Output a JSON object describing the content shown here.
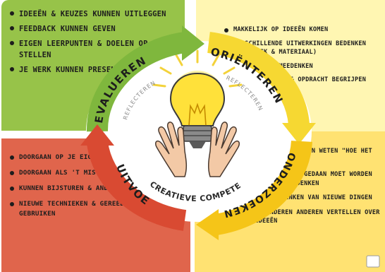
{
  "colors": {
    "evalueren": "#7fb73d",
    "orienteren": "#f6d832",
    "onderzoeken": "#f5c518",
    "uitvoeren": "#d94a32",
    "bulb": "#ffe13a",
    "hands": "#f3c9a6"
  },
  "icons": [
    "lightbulb-icon",
    "hands-icon"
  ],
  "cycle": {
    "evalueren": "EVALUEREN",
    "orienteren": "ORIËNTEREN",
    "onderzoeken": "ONDERZOEKEN",
    "uitvoeren": "UITVOEREN",
    "reflect_left": "REFLECTEREN",
    "reflect_right": "REFLECTEREN",
    "center_title": "CREATIEVE COMPETENTIES"
  },
  "panels": {
    "evalueren": [
      "Ideeën & keuzes kunnen uitleggen",
      "Feedback kunnen geven",
      "Eigen leerpunten & doelen op kunnen stellen",
      "Je werk kunnen presenteren"
    ],
    "orienteren": [
      "Makkelijk op ideeën komen",
      "Verschillende uitwerkingen bedenken (techniek & materiaal)",
      "Met anderen meedenken",
      "Vragen stellen & opdracht begrijpen vóór de start"
    ],
    "uitvoeren": [
      "Doorgaan op je eigen manier",
      "Doorgaan als 't misgaat of tegen zit",
      "Kunnen bijsturen & anderen helpen",
      "Nieuwe technieken & gereedschappen gebruiken"
    ],
    "onderzoeken": [
      "Zich afvragen / willen weten \"hoe het zit\"",
      "Onderzoeken wat er gedaan moet worden \"out-of-the-box\" denken",
      "Proberen & bedenken van nieuwe dingen",
      "Zich verwonderen anderen vertellen over eigen ideeën"
    ]
  }
}
